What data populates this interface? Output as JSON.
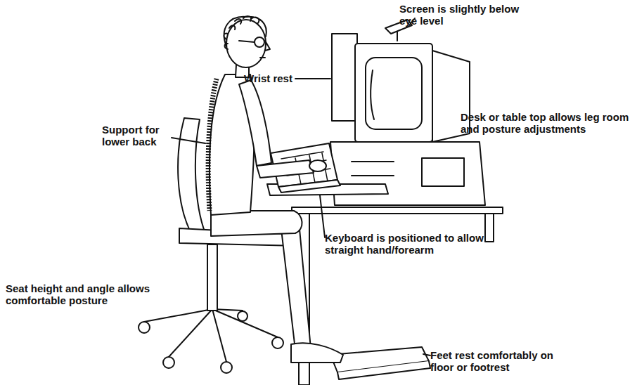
{
  "diagram": {
    "labels": [
      "Screen is slightly below eye level",
      "Wrist rest",
      "Desk or table top allows leg room and posture adjustments",
      "Support for lower back",
      "Keyboard is positioned to allow straight hand/forearm",
      "Seat height and angle allows comfortable posture",
      "Feet rest comfortably on floor or footrest"
    ]
  }
}
